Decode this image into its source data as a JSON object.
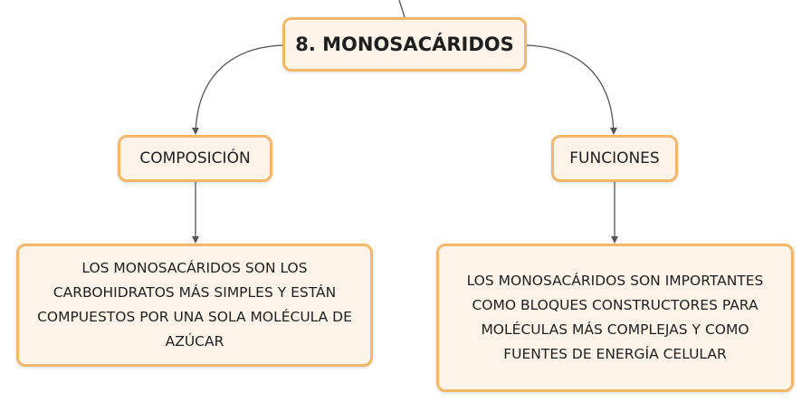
{
  "diagram": {
    "root": {
      "label": "8. MONOSACÁRIDOS"
    },
    "branches": [
      {
        "label": "COMPOSICIÓN",
        "description": "LOS MONOSACÁRIDOS SON LOS CARBOHIDRATOS MÁS SIMPLES Y ESTÁN COMPUESTOS POR UNA SOLA MOLÉCULA DE AZÚCAR"
      },
      {
        "label": "FUNCIONES",
        "description": "LOS MONOSACÁRIDOS SON IMPORTANTES COMO BLOQUES CONSTRUCTORES PARA MOLÉCULAS MÁS COMPLEJAS Y COMO FUENTES DE ENERGÍA CELULAR"
      }
    ]
  }
}
